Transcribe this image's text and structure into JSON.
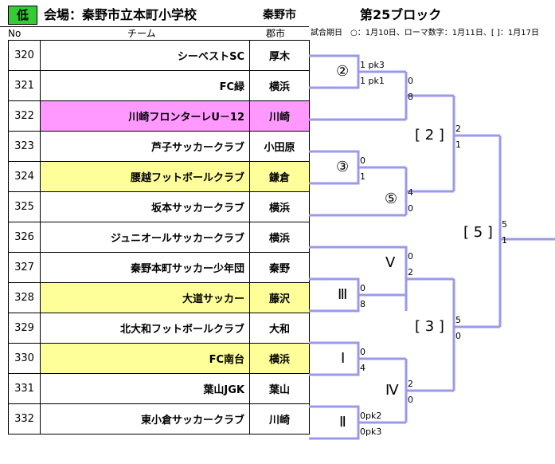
{
  "header": {
    "level": "低",
    "venue": "会場：秦野市立本町小学校",
    "city": "秦野市",
    "block": "第25ブロック"
  },
  "columns": {
    "no": "No",
    "team": "チーム",
    "city": "郡市"
  },
  "note": "試合期日　○：1月10日、ローマ数字：1月11日、[ ]：1月17日",
  "teams": [
    {
      "no": "320",
      "name": "シーベストSC",
      "city": "厚木",
      "highlight": "none"
    },
    {
      "no": "321",
      "name": "FC緑",
      "city": "横浜",
      "highlight": "none"
    },
    {
      "no": "322",
      "name": "川崎フロンターレU－12",
      "city": "川崎",
      "highlight": "pink"
    },
    {
      "no": "323",
      "name": "芦子サッカークラブ",
      "city": "小田原",
      "highlight": "none"
    },
    {
      "no": "324",
      "name": "腰越フットボールクラブ",
      "city": "鎌倉",
      "highlight": "yellow"
    },
    {
      "no": "325",
      "name": "坂本サッカークラブ",
      "city": "横浜",
      "highlight": "none"
    },
    {
      "no": "326",
      "name": "ジュニオールサッカークラブ",
      "city": "横浜",
      "highlight": "none"
    },
    {
      "no": "327",
      "name": "秦野本町サッカー少年団",
      "city": "秦野",
      "highlight": "none"
    },
    {
      "no": "328",
      "name": "大道サッカー",
      "city": "藤沢",
      "highlight": "yellow"
    },
    {
      "no": "329",
      "name": "北大和フットボールクラブ",
      "city": "大和",
      "highlight": "none"
    },
    {
      "no": "330",
      "name": "FC南台",
      "city": "横浜",
      "highlight": "yellow"
    },
    {
      "no": "331",
      "name": "葉山JGK",
      "city": "葉山",
      "highlight": "none"
    },
    {
      "no": "332",
      "name": "東小倉サッカークラブ",
      "city": "川崎",
      "highlight": "none"
    }
  ],
  "matches": {
    "m2": {
      "label": "②",
      "top": "1 pk3",
      "bottom": "1 pk1"
    },
    "m3": {
      "label": "③",
      "top": "0",
      "bottom": "1"
    },
    "m5": {
      "label": "⑤",
      "top": "4",
      "bottom": "0"
    },
    "mV": {
      "label": "Ⅴ",
      "top": "0",
      "bottom": "2"
    },
    "mIII": {
      "label": "Ⅲ",
      "top": "0",
      "bottom": "8"
    },
    "mI": {
      "label": "Ⅰ",
      "top": "0",
      "bottom": "4"
    },
    "mII": {
      "label": "Ⅱ",
      "top": "0pk2",
      "bottom": "0pk3"
    },
    "mIV": {
      "label": "Ⅳ",
      "top": "2",
      "bottom": "0"
    },
    "sf2": {
      "label": "[ 2 ]",
      "top": "0",
      "bottom": "8"
    },
    "sf3": {
      "label": "[ 3 ]",
      "top": "5",
      "bottom": "0"
    },
    "r2": {
      "top": "2",
      "bottom": "1"
    },
    "final": {
      "label": "[ 5 ]",
      "top": "5",
      "bottom": "1"
    }
  },
  "colors": {
    "bracket": "#9999ee",
    "pink": "#ff99ff",
    "yellow": "#ffff99",
    "badge": "#33cc33"
  }
}
